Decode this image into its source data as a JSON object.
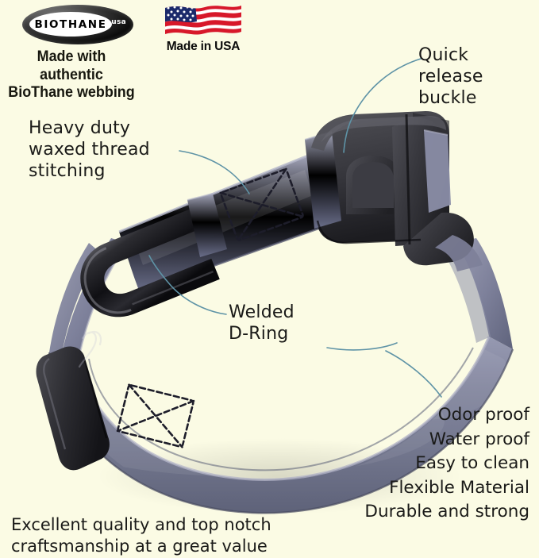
{
  "page": {
    "title": "BioThane dog collar feature infographic",
    "background_color": "#fbfbe4",
    "text_color": "#1a1a18"
  },
  "badges": {
    "biothane": {
      "logo_word": "BIOTHANE",
      "logo_mark": "usa",
      "caption": "Made with authentic\nBioThane webbing",
      "icon": "biothane-oval-logo"
    },
    "made_in_usa": {
      "caption": "Made in USA",
      "icon": "usa-flag-icon"
    }
  },
  "callouts": [
    {
      "id": "quick-release-buckle",
      "text": "Quick release\nbuckle",
      "align": "left"
    },
    {
      "id": "heavy-duty-stitching",
      "text": "Heavy duty\nwaxed thread\nstitching",
      "align": "left"
    },
    {
      "id": "welded-d-ring",
      "text": "Welded\nD-Ring",
      "align": "left"
    }
  ],
  "features": {
    "items": [
      "Odor proof",
      "Water proof",
      "Easy to clean",
      "Flexible Material",
      "Durable and strong"
    ]
  },
  "tagline": {
    "text": "Excellent quality and top notch\ncraftsmanship at a great value"
  },
  "product": {
    "name": "dog-collar",
    "strap_color": "#7b7e98",
    "strap_shadow_color": "#5c607c",
    "strap_highlight_color": "#a6a8bd",
    "hardware_color": "#323236",
    "stitch_color": "#1d1d28",
    "leader_line_color": "#5e93a6"
  }
}
